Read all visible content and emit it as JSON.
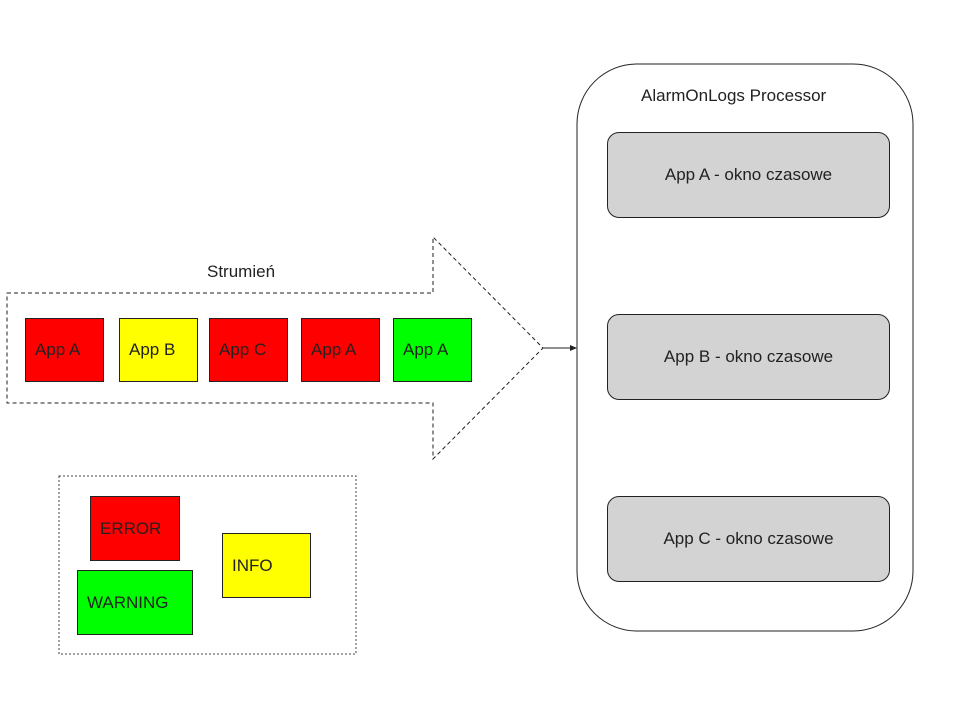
{
  "colors": {
    "error": "#ff0000",
    "warning": "#00ff00",
    "info": "#ffff00",
    "window_box": "#d3d3d3",
    "stroke": "#222222"
  },
  "stream": {
    "title": "Strumień",
    "messages": [
      {
        "label": "App A",
        "level": "error"
      },
      {
        "label": "App B",
        "level": "info"
      },
      {
        "label": "App C",
        "level": "error"
      },
      {
        "label": "App A",
        "level": "error"
      },
      {
        "label": "App A",
        "level": "warning"
      }
    ]
  },
  "legend": {
    "error": "ERROR",
    "info": "INFO",
    "warning": "WARNING"
  },
  "processor": {
    "title": "AlarmOnLogs Processor",
    "windows": [
      {
        "label": "App A - okno czasowe"
      },
      {
        "label": "App B - okno czasowe"
      },
      {
        "label": "App C - okno czasowe"
      }
    ]
  }
}
